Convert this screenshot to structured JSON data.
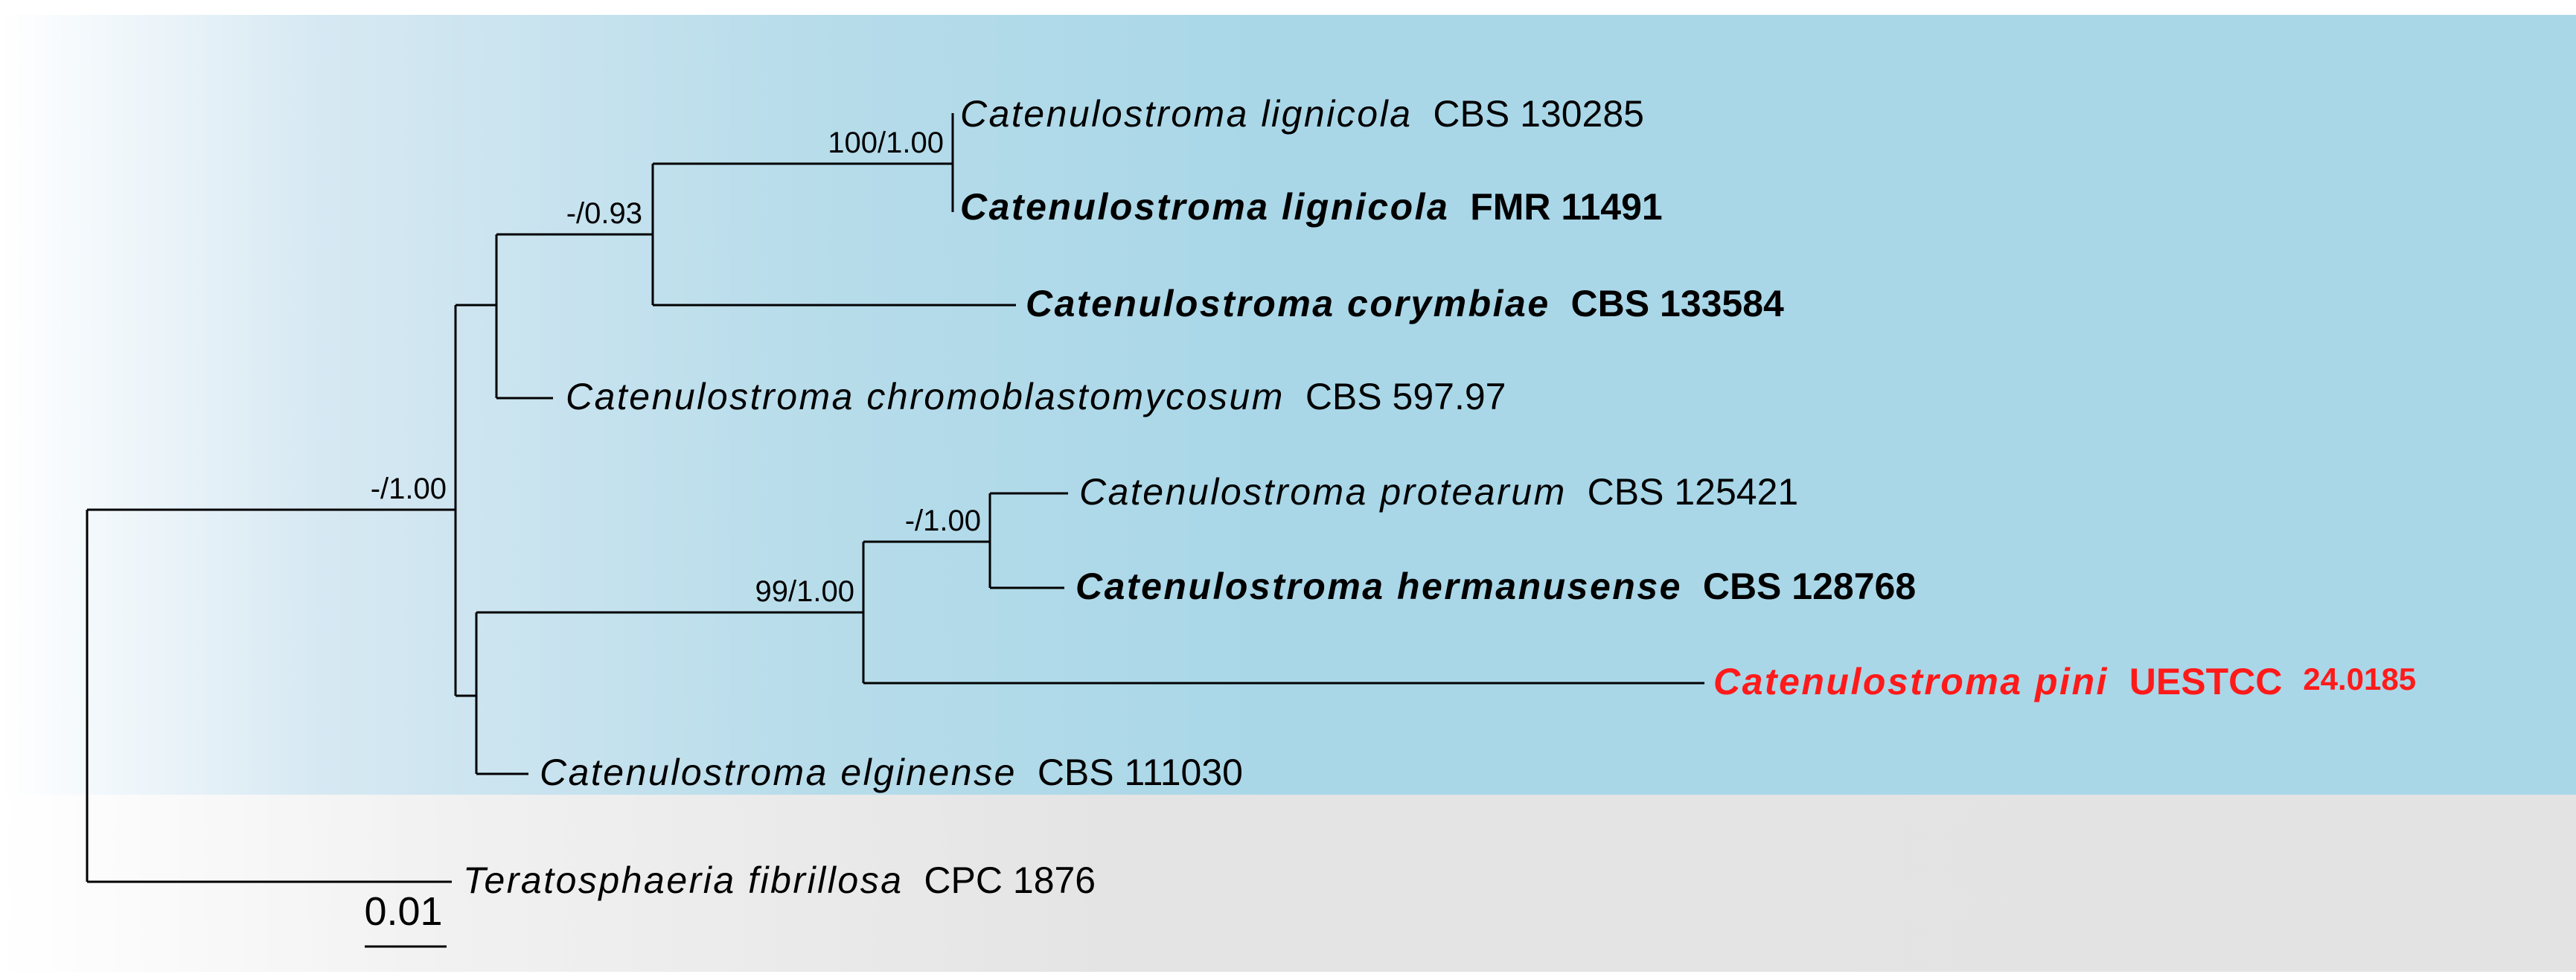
{
  "tree": {
    "taxa": {
      "lignicola_cbs": {
        "genus_species": "Catenulostroma lignicola",
        "strain": "CBS 130285"
      },
      "lignicola_fmr": {
        "genus_species": "Catenulostroma lignicola",
        "strain": "FMR 11491"
      },
      "corymbiae": {
        "genus_species": "Catenulostroma corymbiae",
        "strain": "CBS 133584"
      },
      "chromoblastomycosum": {
        "genus_species": "Catenulostroma chromoblastomycosum",
        "strain": "CBS 597.97"
      },
      "protearum": {
        "genus_species": "Catenulostroma protearum",
        "strain": "CBS 125421"
      },
      "hermanusense": {
        "genus_species": "Catenulostroma hermanusense",
        "strain": "CBS 128768"
      },
      "pini": {
        "genus_species": "Catenulostroma pini",
        "strain": "UESTCC",
        "strain_number": "24.0185"
      },
      "elginense": {
        "genus_species": "Catenulostroma elginense",
        "strain": "CBS 111030"
      },
      "teratosphaeria": {
        "genus_species": "Teratosphaeria fibrillosa",
        "strain": "CPC 1876"
      }
    },
    "support": {
      "lignicola_clade": "100/1.00",
      "lignicola_corymbiae": "-/0.93",
      "ingroup": "-/1.00",
      "protearum_hermanusense": "-/1.00",
      "protearum_pini": "99/1.00"
    },
    "scale_bar": "0.01",
    "highlight_color": "#ff1a1a",
    "ingroup_bg_color": "#a9d7e8",
    "outgroup_bg_color": "#e3e3e3"
  }
}
